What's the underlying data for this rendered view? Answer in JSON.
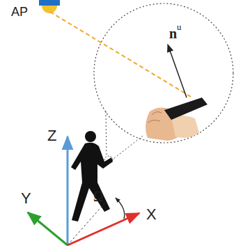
{
  "diagram": {
    "labels": [
      "AP",
      "n",
      "u",
      "Z",
      "Y",
      "X",
      "Ω"
    ]
  }
}
